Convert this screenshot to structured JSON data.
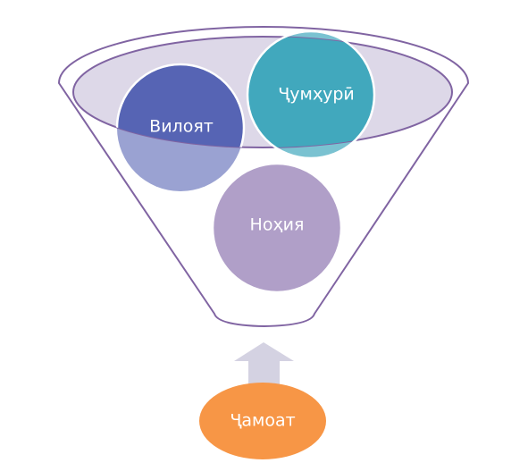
{
  "diagram": {
    "nodes": {
      "region": {
        "label": "Вилоят",
        "color": "#5664b4"
      },
      "republic": {
        "label": "Ҷумҳурӣ",
        "color": "#41a8bd"
      },
      "district": {
        "label": "Ноҳия",
        "color": "#b09fc8"
      },
      "community": {
        "label": "Ҷамоат",
        "color": "#f79646"
      }
    },
    "funnel": {
      "stroke_color": "#8064a2",
      "rim_fill": "#ddd8e8"
    },
    "arrow": {
      "color": "#d4d2e2",
      "direction": "up"
    }
  }
}
